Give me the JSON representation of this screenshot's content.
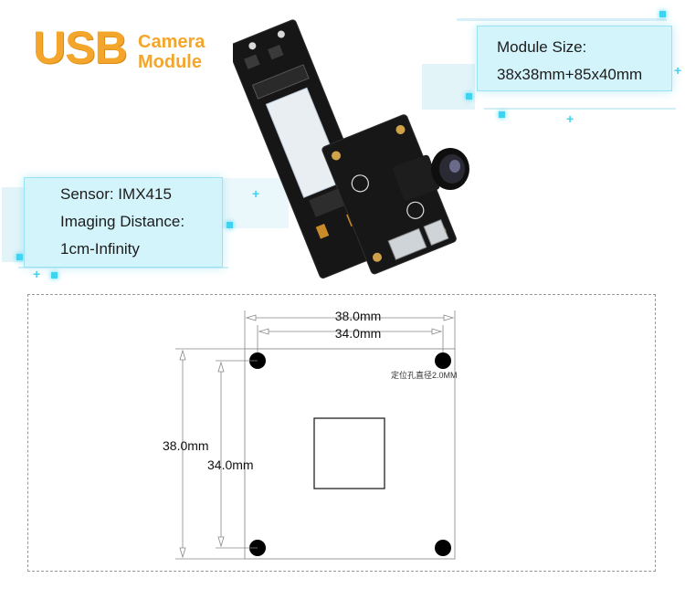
{
  "brand": {
    "primary": "USB",
    "line1": "Camera",
    "line2": "Module",
    "color": "#f3a62b"
  },
  "module_size": {
    "label": "Module Size:",
    "value": "38x38mm+85x40mm"
  },
  "sensor": {
    "line1": "Sensor: IMX415",
    "line2": "Imaging Distance:",
    "line3": "1cm-Infinity"
  },
  "drawing": {
    "outer_width": "38.0mm",
    "inner_width": "34.0mm",
    "outer_height": "38.0mm",
    "inner_height": "34.0mm",
    "hole_note": "定位孔直径2.0MM"
  },
  "accent_color": "#3fd3f0"
}
